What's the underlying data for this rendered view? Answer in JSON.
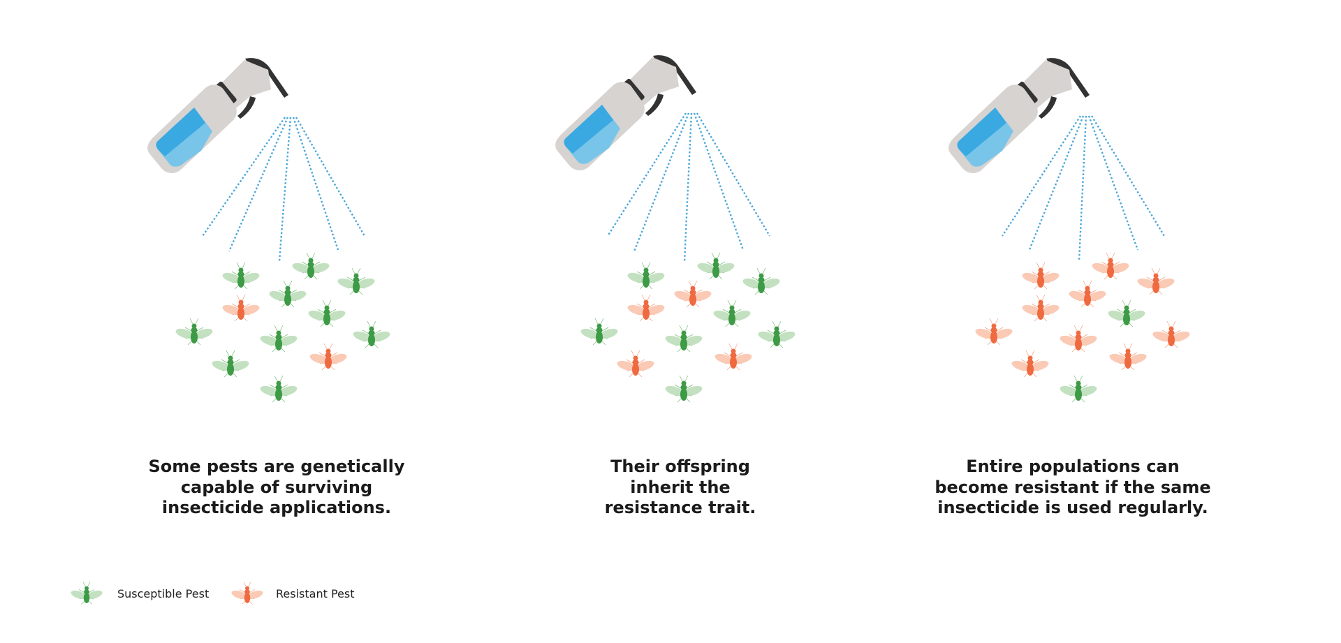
{
  "panels": [
    {
      "caption_lines": [
        "Some pests are genetically",
        "capable of surviving",
        "insecticide applications."
      ],
      "pests": [
        "susceptible",
        "susceptible",
        "susceptible",
        "resistant",
        "susceptible",
        "susceptible",
        "susceptible",
        "susceptible",
        "susceptible",
        "susceptible",
        "resistant",
        "susceptible"
      ]
    },
    {
      "caption_lines": [
        "Their offspring",
        "inherit the",
        "resistance trait."
      ],
      "pests": [
        "susceptible",
        "susceptible",
        "susceptible",
        "resistant",
        "resistant",
        "susceptible",
        "susceptible",
        "susceptible",
        "susceptible",
        "resistant",
        "resistant",
        "susceptible"
      ]
    },
    {
      "caption_lines": [
        "Entire populations can",
        "become resistant if the same",
        "insecticide is used regularly."
      ],
      "pests": [
        "resistant",
        "resistant",
        "resistant",
        "resistant",
        "resistant",
        "susceptible",
        "resistant",
        "resistant",
        "resistant",
        "resistant",
        "resistant",
        "susceptible"
      ]
    }
  ],
  "legend": {
    "susceptible_label": "Susceptible Pest",
    "resistant_label": "Resistant Pest"
  },
  "colors": {
    "susceptible_body": "#3d9a45",
    "susceptible_wing": "#b9dcb6",
    "resistant_body": "#ef6a40",
    "resistant_wing": "#f9c4ad",
    "spray_line": "#49a6da",
    "bottle_body": "#d7d3d1",
    "bottle_liquid_dark": "#3aa9e1",
    "bottle_liquid_light": "#79c5ea",
    "trigger": "#333333",
    "caption_text": "#1b1b1b"
  },
  "icons": {
    "bottle": "spray-bottle-icon",
    "pest": "insect-icon"
  }
}
